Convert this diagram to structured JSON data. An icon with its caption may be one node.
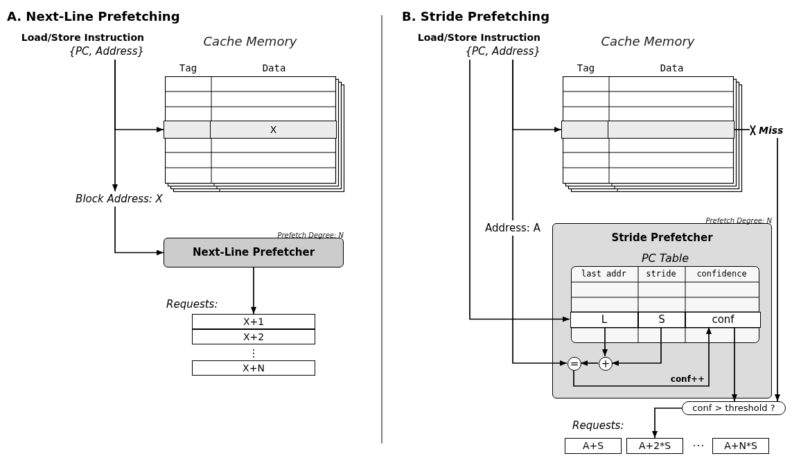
{
  "diagram": {
    "nodes": [
      {
        "text": [
          "Load/Store Instruction",
          "{PC, Address}"
        ]
      },
      {
        "text": [
          "Cache Memory"
        ]
      },
      {
        "text": [
          "X"
        ],
        "in": 1
      },
      {
        "text": [
          "Block Address: X"
        ]
      },
      {
        "text": [
          "Next-Line Prefetcher"
        ],
        "beside": [
          "Prefetch Degree: N"
        ]
      },
      {
        "text": [
          "X+1"
        ]
      },
      {
        "text": [
          "X+2"
        ]
      },
      {
        "text": [
          "X+N"
        ]
      },
      {
        "text": [
          "Load/Store Instruction",
          "{PC, Address}"
        ]
      },
      {
        "text": [
          "Cache Memory"
        ]
      },
      {
        "text": [],
        "shape": "bar",
        "in": 9
      },
      {
        "text": [
          "Miss"
        ]
      },
      {
        "text": [
          "Address: A"
        ]
      },
      {
        "text": [
          "Stride Prefetcher"
        ],
        "beside": [
          "Prefetch Degree: N"
        ]
      },
      {
        "text": [
          "PC Table"
        ],
        "in": 13
      },
      {
        "text": [
          "L"
        ],
        "in": 14
      },
      {
        "text": [
          "S"
        ],
        "in": 14
      },
      {
        "text": [
          "conf"
        ],
        "in": 14
      },
      {
        "text": [
          "="
        ],
        "in": 13
      },
      {
        "text": [
          "+"
        ],
        "in": 13
      },
      {
        "text": [
          "conf > threshold ?"
        ]
      },
      {
        "text": [
          "A+S"
        ]
      },
      {
        "text": [
          "A+2*S"
        ]
      },
      {
        "text": [
          "A+N*S"
        ]
      }
    ],
    "edges": [
      {
        "from": 0,
        "to": 2,
        "arrow": "to"
      },
      {
        "from": 0,
        "to": 3,
        "arrow": "to"
      },
      {
        "from": 3,
        "to": 4,
        "arrow": "to"
      },
      {
        "from": 4,
        "to": 5,
        "arrow": "to"
      },
      {
        "from": 8,
        "to": 10,
        "arrow": "to"
      },
      {
        "from": 8,
        "to": 12,
        "arrow": "none"
      },
      {
        "from": 12,
        "to": 18,
        "arrow": "to"
      },
      {
        "from": 8,
        "to": 15,
        "arrow": "to"
      },
      {
        "from": 10,
        "to": 11,
        "arrow": "none"
      },
      {
        "from": 11,
        "to": 20,
        "arrow": "to"
      },
      {
        "from": 15,
        "to": 19,
        "arrow": "to"
      },
      {
        "from": 16,
        "to": 19,
        "arrow": "to"
      },
      {
        "from": 19,
        "to": 18,
        "arrow": "to"
      },
      {
        "from": 18,
        "to": 17,
        "arrow": "to",
        "label": "conf++"
      },
      {
        "from": 17,
        "to": 20,
        "arrow": "to"
      },
      {
        "from": 20,
        "to": 22,
        "arrow": "to"
      }
    ],
    "labels": [
      "A. Next-Line Prefetching",
      "Tag",
      "Data",
      "Requests:",
      "B. Stride Prefetching",
      "Tag",
      "Data",
      "last addr",
      "stride",
      "confidence",
      "Requests:"
    ]
  }
}
